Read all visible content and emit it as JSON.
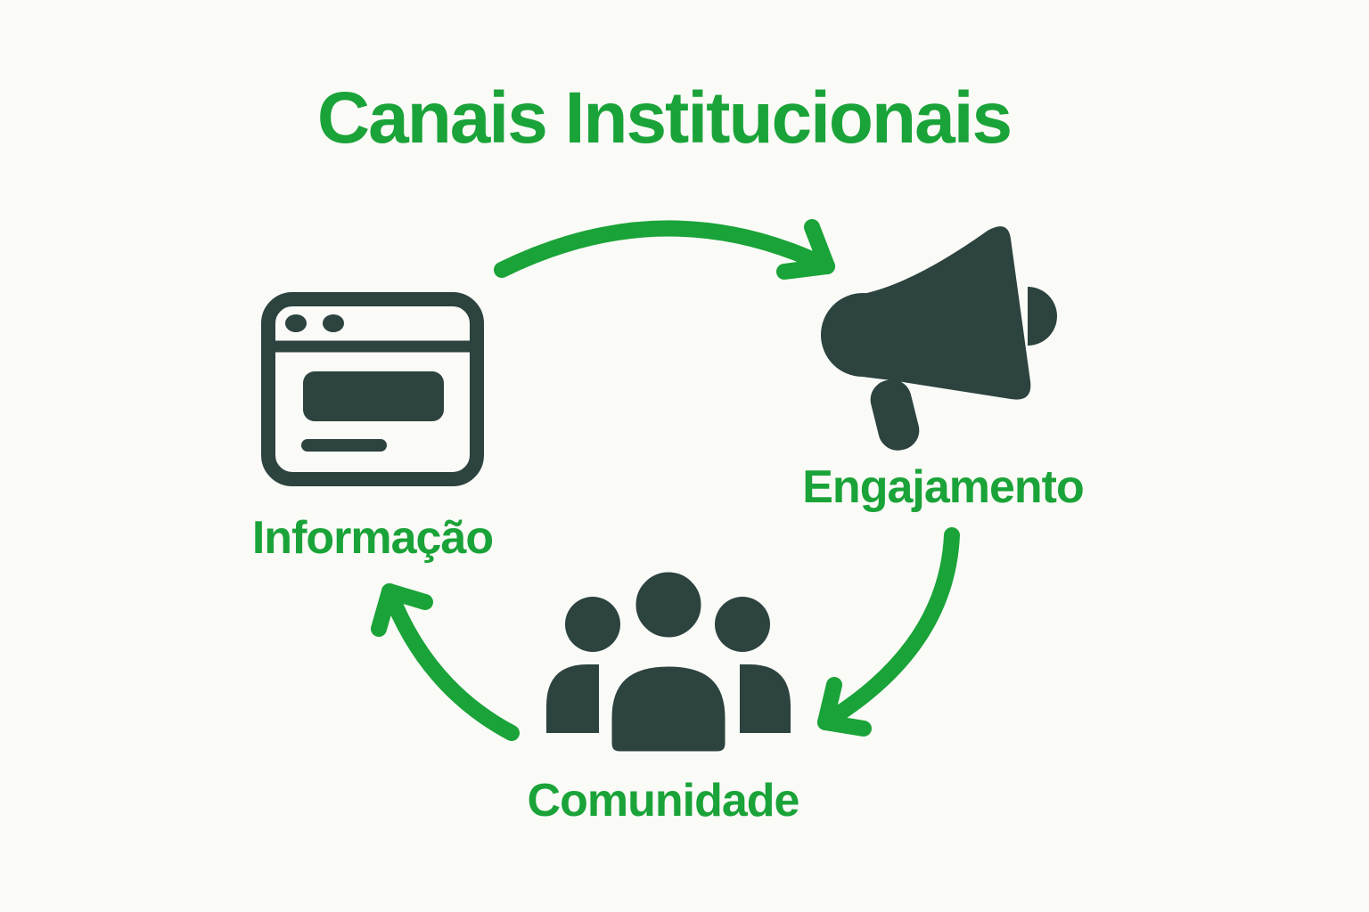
{
  "title": "Canais Institucionais",
  "nodes": [
    {
      "id": "informacao",
      "label": "Informação",
      "icon": "browser-window-icon"
    },
    {
      "id": "engajamento",
      "label": "Engajamento",
      "icon": "megaphone-icon"
    },
    {
      "id": "comunidade",
      "label": "Comunidade",
      "icon": "people-group-icon"
    }
  ],
  "arrows": [
    {
      "from": "informacao",
      "to": "engajamento"
    },
    {
      "from": "engajamento",
      "to": "comunidade"
    },
    {
      "from": "comunidade",
      "to": "informacao"
    }
  ],
  "colors": {
    "accent_green": "#1AA338",
    "icon_dark": "#2C433F",
    "page_bg": "#FAFAF7"
  }
}
